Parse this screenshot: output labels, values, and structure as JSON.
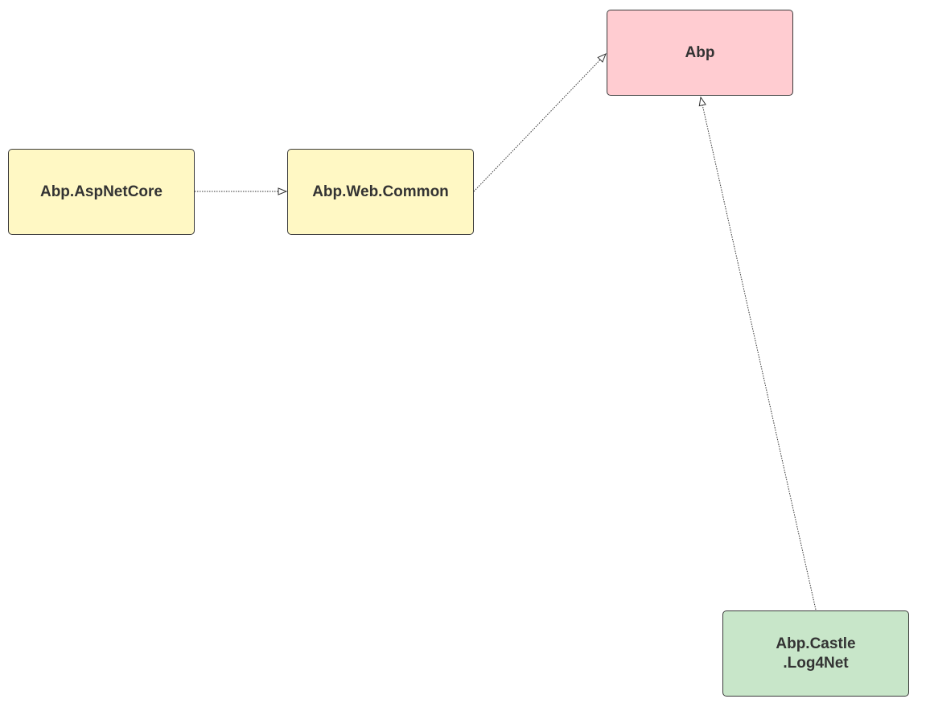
{
  "diagram": {
    "nodes": {
      "abp": {
        "label": "Abp",
        "color": "#ffccd1"
      },
      "aspnetcore": {
        "label": "Abp.AspNetCore",
        "color": "#fff8c4"
      },
      "webcommon": {
        "label": "Abp.Web.Common",
        "color": "#fff8c4"
      },
      "castle": {
        "label": "Abp.Castle\n.Log4Net",
        "color": "#c8e6c9"
      }
    },
    "edges": [
      {
        "from": "Abp.AspNetCore",
        "to": "Abp.Web.Common",
        "style": "dotted",
        "arrow": "hollow-triangle"
      },
      {
        "from": "Abp.Web.Common",
        "to": "Abp",
        "style": "dotted",
        "arrow": "hollow-triangle"
      },
      {
        "from": "Abp.Castle.Log4Net",
        "to": "Abp",
        "style": "dotted",
        "arrow": "hollow-triangle"
      }
    ],
    "edge_color": "#333333",
    "border_color": "#3a3a3a"
  }
}
